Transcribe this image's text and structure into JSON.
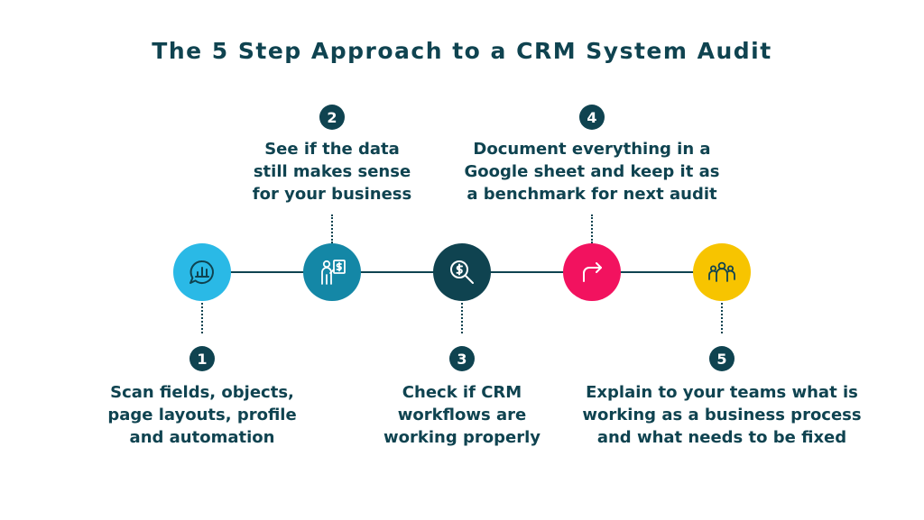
{
  "title": "The 5 Step Approach to a CRM System Audit",
  "colors": {
    "dark": "#0f4350",
    "step1": "#2ab9e6",
    "step2": "#1487a6",
    "step3": "#0f4350",
    "step4": "#f2125f",
    "step5": "#f7c400"
  },
  "steps": [
    {
      "number": "1",
      "icon": "chat-chart-icon",
      "lines": [
        "Scan fields, objects,",
        "page layouts, profile",
        "and automation"
      ]
    },
    {
      "number": "2",
      "icon": "person-money-board-icon",
      "lines": [
        "See if the data",
        "still makes sense",
        "for your business"
      ]
    },
    {
      "number": "3",
      "icon": "money-search-icon",
      "lines": [
        "Check if CRM",
        "workflows are",
        "working properly"
      ]
    },
    {
      "number": "4",
      "icon": "redirect-arrow-icon",
      "lines": [
        "Document everything in a",
        "Google sheet and keep it as",
        "a benchmark for next audit"
      ]
    },
    {
      "number": "5",
      "icon": "team-group-icon",
      "lines": [
        "Explain to your teams what is",
        "working as a business process",
        "and what needs to be fixed"
      ]
    }
  ]
}
